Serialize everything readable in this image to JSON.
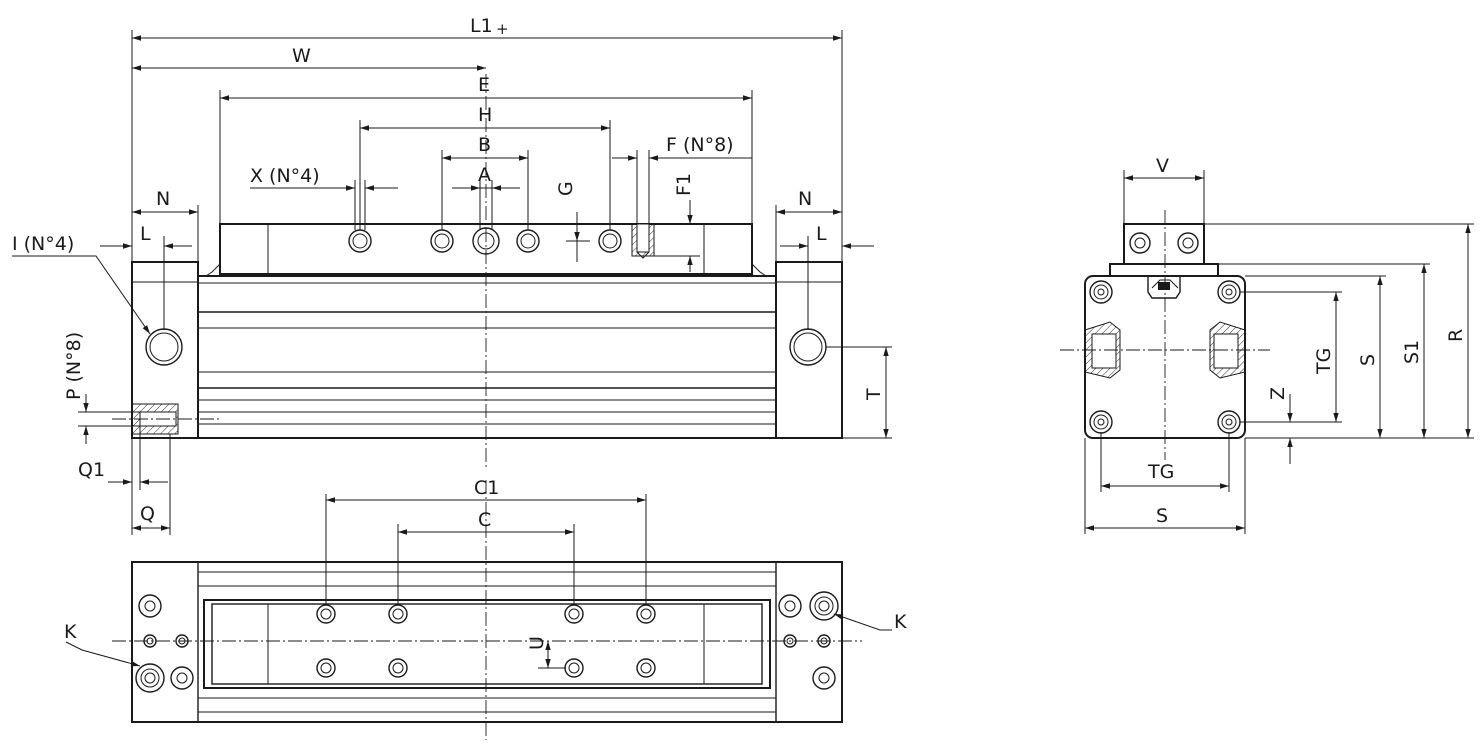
{
  "front_view": {
    "labels": {
      "L1": "L1",
      "plus": "+",
      "W": "W",
      "E": "E",
      "H": "H",
      "B": "B",
      "A": "A",
      "F": "F (N°8)",
      "F1": "F1",
      "G": "G",
      "X": "X (N°4)",
      "N_left": "N",
      "N_right": "N",
      "L_left": "L",
      "L_right": "L",
      "I": "I (N°4)",
      "P": "P (N°8)",
      "T": "T",
      "Q1": "Q1",
      "Q": "Q"
    }
  },
  "bottom_view": {
    "labels": {
      "C1": "C1",
      "C": "C",
      "U": "U",
      "K_left": "K",
      "K_right": "K"
    }
  },
  "side_view": {
    "labels": {
      "V": "V",
      "R": "R",
      "S1": "S1",
      "S_vert": "S",
      "TG_vert": "TG",
      "Z": "Z",
      "TG_horiz": "TG",
      "S_horiz": "S"
    }
  }
}
